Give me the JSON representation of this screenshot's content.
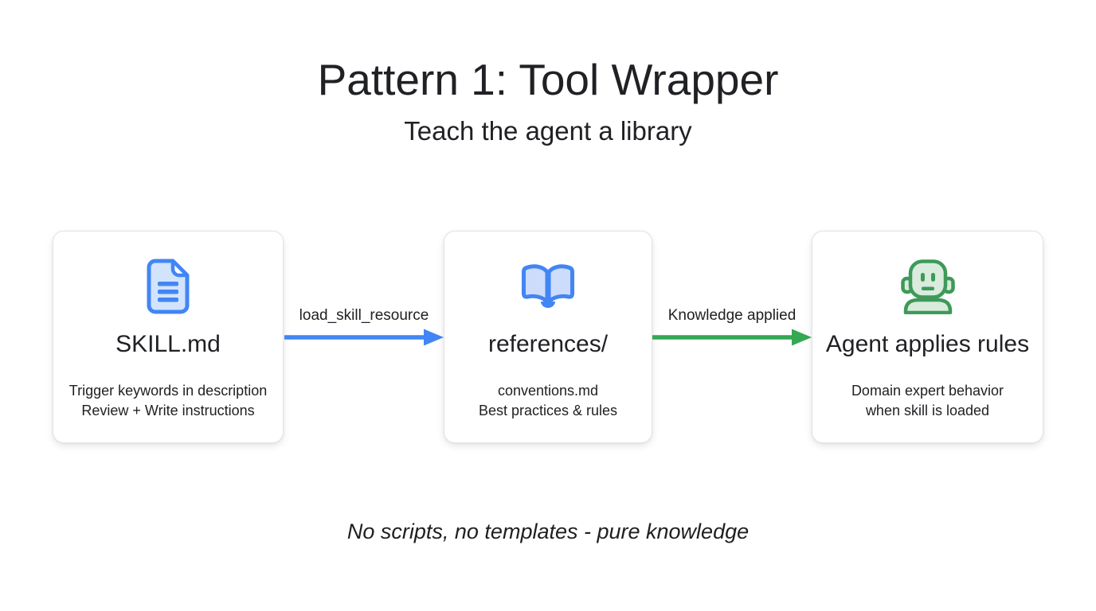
{
  "header": {
    "title": "Pattern 1: Tool Wrapper",
    "subtitle": "Teach the agent a library"
  },
  "nodes": [
    {
      "id": "skill-md",
      "icon": "document-icon",
      "title": "SKILL.md",
      "description_lines": [
        "Trigger keywords in description",
        "Review + Write instructions"
      ]
    },
    {
      "id": "references",
      "icon": "open-book-icon",
      "title": "references/",
      "description_lines": [
        "conventions.md",
        "Best practices & rules"
      ]
    },
    {
      "id": "agent-applies-rules",
      "icon": "robot-icon",
      "title": "Agent applies rules",
      "description_lines": [
        "Domain expert behavior",
        "when skill is loaded"
      ]
    }
  ],
  "arrows": [
    {
      "label": "load_skill_resource",
      "color": "#4285f4",
      "from": "skill-md",
      "to": "references"
    },
    {
      "label": "Knowledge applied",
      "color": "#34a853",
      "from": "references",
      "to": "agent-applies-rules"
    }
  ],
  "footer": {
    "caption": "No scripts, no templates - pure knowledge"
  },
  "colors": {
    "primary_blue": "#4285f4",
    "blue_icon_fill": "#d2e3fc",
    "primary_green": "#34a853",
    "green_icon_stroke": "#3d9a58",
    "green_icon_fill": "#d9ebdc",
    "text": "#202124",
    "card_background": "#ffffff"
  }
}
